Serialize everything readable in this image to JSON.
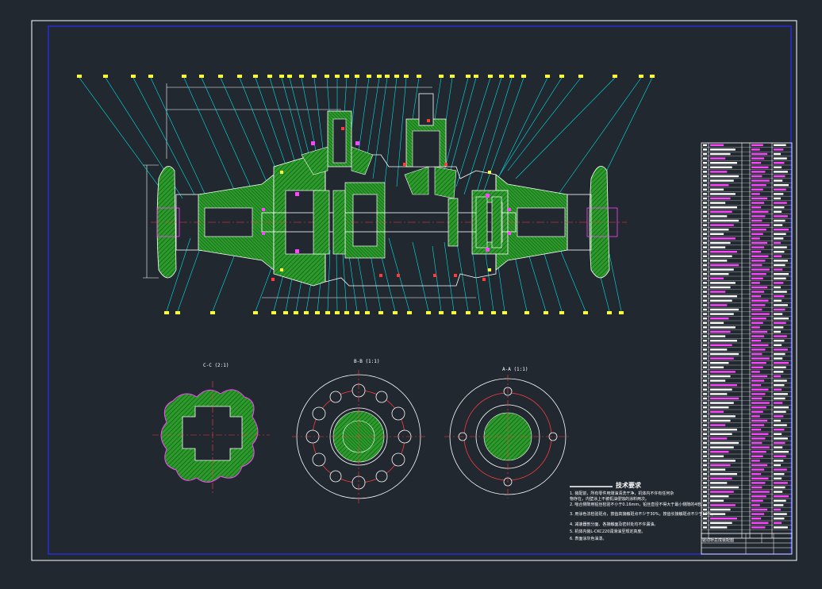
{
  "sections": {
    "c": "C-C (2:1)",
    "b": "B-B (1:1)",
    "a": "A-A (1:1)"
  },
  "tech_requirements": {
    "title": "技术要求",
    "lines": [
      "1. 装配前，所有零件用煤油清洗干净，机体内不许有任何杂",
      "   物存在，内壁涂上不被机油侵蚀的涂料两次。",
      "2. 啮合侧隙用铅丝检验不小于0.16mm，铅丝直径不得大于最小侧隙的4倍。",
      "3. 用涂色法检验斑点，按齿高接触斑点不少于30%，按齿长接触斑点不少于50%。",
      "4. 减速器剖分面、各接触面及密封处均不许漏油。",
      "5. 机体内装L-CKC220润滑油至规定高度。",
      "6. 表面涂灰色油漆。"
    ]
  },
  "title_block": {
    "name": "驱动桥总成装配图"
  },
  "colors": {
    "background": "#212830",
    "frame": "#ffffff",
    "inner_frame": "#2a2ad8",
    "outline": "#ffffff",
    "leader": "#00e5e5",
    "part_fill": "#2e9a2e",
    "hatch": "#006600",
    "accent": "#ff3b3b",
    "magenta": "#ff44ff",
    "yellow": "#ffff33"
  }
}
